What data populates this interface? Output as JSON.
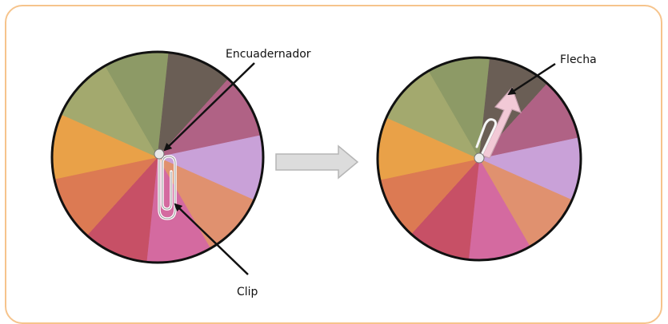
{
  "labels": {
    "encuadernador": "Encuadernador",
    "clip": "Clip",
    "flecha": "Flecha"
  },
  "colors": {
    "frame": "#f6c48c",
    "outline": "#111111",
    "arrow_fill": "#d9d9d9",
    "pointer_fill": "#f2c9d6",
    "paperclip": "#f5f5f5",
    "fastener": "#e8e8e8"
  },
  "wheel_segments": [
    {
      "color": "#8d9a66"
    },
    {
      "color": "#6a5e55"
    },
    {
      "color": "#b06285"
    },
    {
      "color": "#c9a1d8"
    },
    {
      "color": "#e0916f"
    },
    {
      "color": "#d46aa0"
    },
    {
      "color": "#c75066"
    },
    {
      "color": "#dc7a53"
    },
    {
      "color": "#e9a148"
    },
    {
      "color": "#a3a96e"
    }
  ]
}
